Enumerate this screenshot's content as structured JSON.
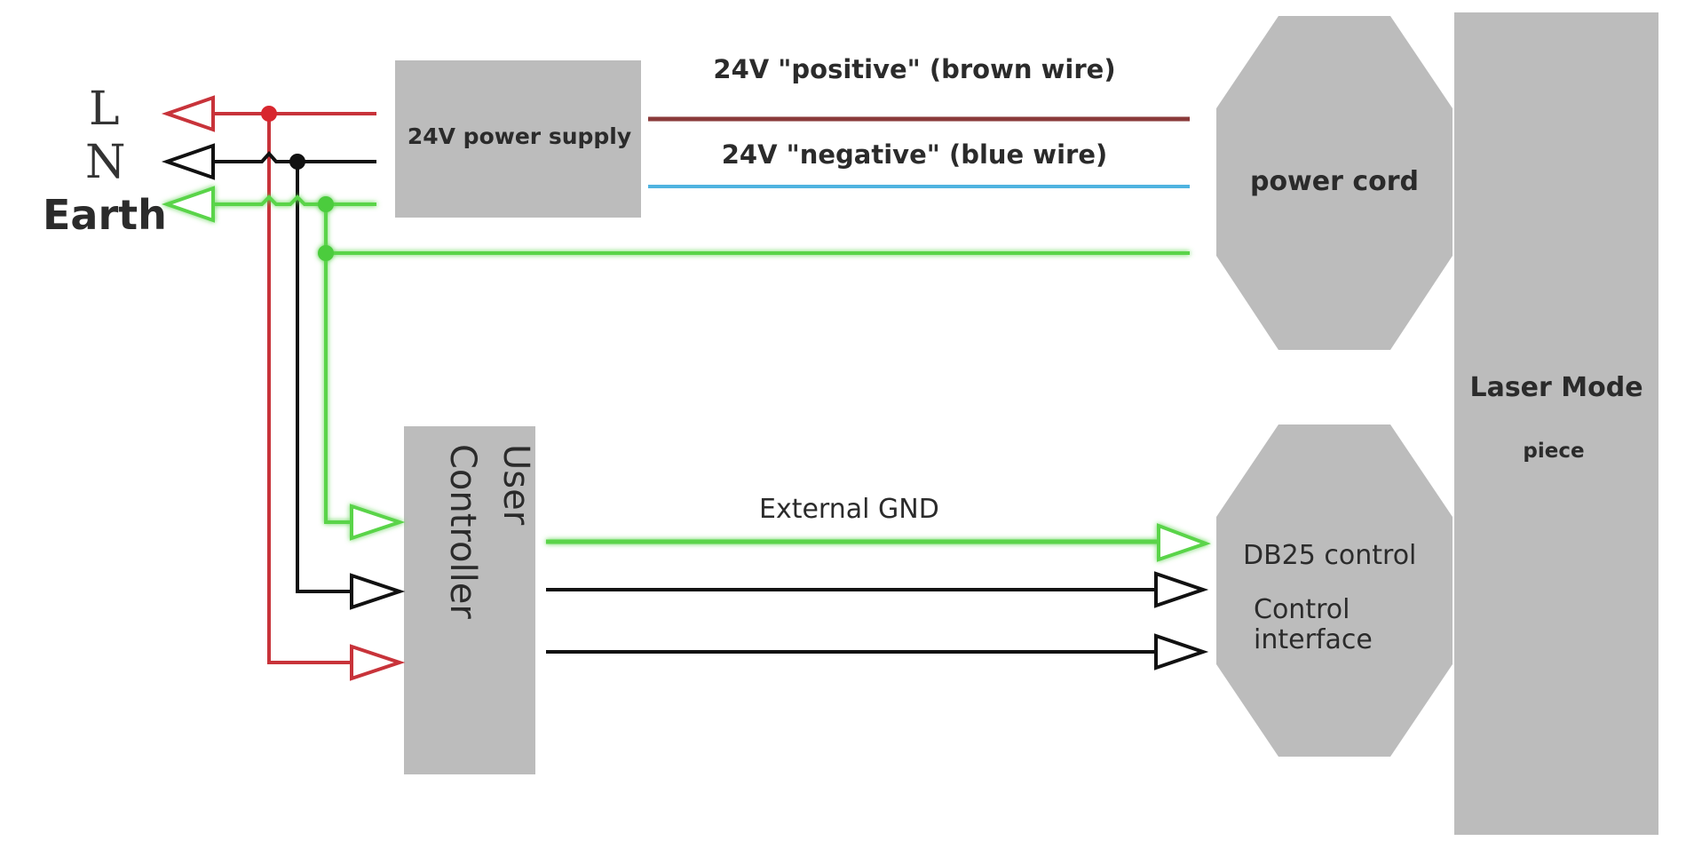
{
  "inputs": {
    "line_label": "L",
    "neutral_label": "N",
    "earth_label": "Earth"
  },
  "blocks": {
    "power_supply": "24V power supply",
    "user_controller_line1": "User",
    "user_controller_line2": "Controller",
    "power_cord": "power cord",
    "db25_title": "DB25 control",
    "db25_line1": "Control",
    "db25_line2": "interface",
    "laser_title": "Laser Mode",
    "laser_sub": "piece"
  },
  "wires": {
    "positive_label": "24V \"positive\" (brown wire)",
    "negative_label": "24V \"negative\" (blue wire)",
    "gnd_label": "External GND"
  },
  "colors": {
    "block_fill": "#bcbcbc",
    "line_red": "#c8333a",
    "neutral_black": "#111111",
    "earth_green": "#5ad44a",
    "brown_wire": "#8a3a3a",
    "blue_wire": "#4fb3e0",
    "text_dark": "#2b2b2b"
  }
}
